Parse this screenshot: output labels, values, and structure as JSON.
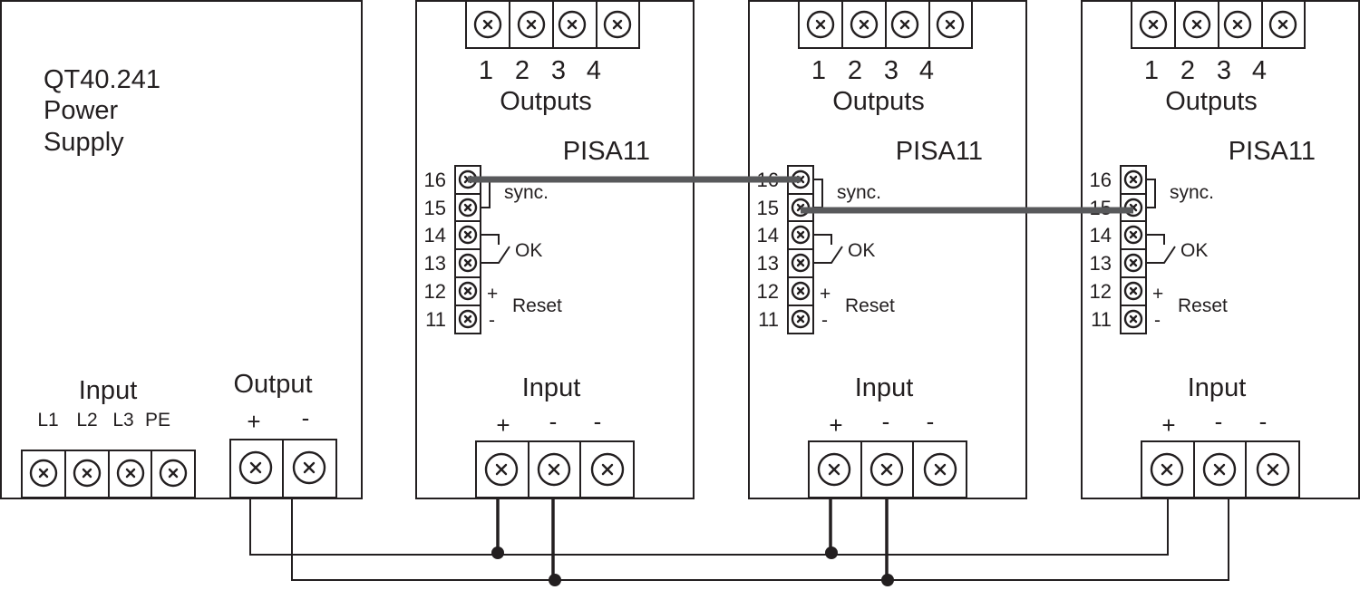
{
  "power_supply": {
    "title_lines": [
      "QT40.241",
      "Power",
      "Supply"
    ],
    "input_label": "Input",
    "input_terminals": [
      "L1",
      "L2",
      "L3",
      "PE"
    ],
    "output_label": "Output",
    "output_terminals": [
      "+",
      "-"
    ]
  },
  "modules": [
    {
      "name": "PISA11",
      "outputs_label": "Outputs",
      "output_numbers": [
        "1",
        "2",
        "3",
        "4"
      ],
      "input_label": "Input",
      "input_signs": [
        "+",
        "-",
        "-"
      ],
      "signal_pins": [
        "16",
        "15",
        "14",
        "13",
        "12",
        "11"
      ],
      "sync_label": "sync.",
      "ok_label": "OK",
      "reset_label": "Reset",
      "reset_signs": [
        "+",
        "-"
      ]
    },
    {
      "name": "PISA11",
      "outputs_label": "Outputs",
      "output_numbers": [
        "1",
        "2",
        "3",
        "4"
      ],
      "input_label": "Input",
      "input_signs": [
        "+",
        "-",
        "-"
      ],
      "signal_pins": [
        "16",
        "15",
        "14",
        "13",
        "12",
        "11"
      ],
      "sync_label": "sync.",
      "ok_label": "OK",
      "reset_label": "Reset",
      "reset_signs": [
        "+",
        "-"
      ]
    },
    {
      "name": "PISA11",
      "outputs_label": "Outputs",
      "output_numbers": [
        "1",
        "2",
        "3",
        "4"
      ],
      "input_label": "Input",
      "input_signs": [
        "+",
        "-",
        "-"
      ],
      "signal_pins": [
        "16",
        "15",
        "14",
        "13",
        "12",
        "11"
      ],
      "sync_label": "sync.",
      "ok_label": "OK",
      "reset_label": "Reset",
      "reset_signs": [
        "+",
        "-"
      ]
    }
  ],
  "colors": {
    "line": "#231f20",
    "sync_wire": "#58595b",
    "background": "#ffffff"
  }
}
